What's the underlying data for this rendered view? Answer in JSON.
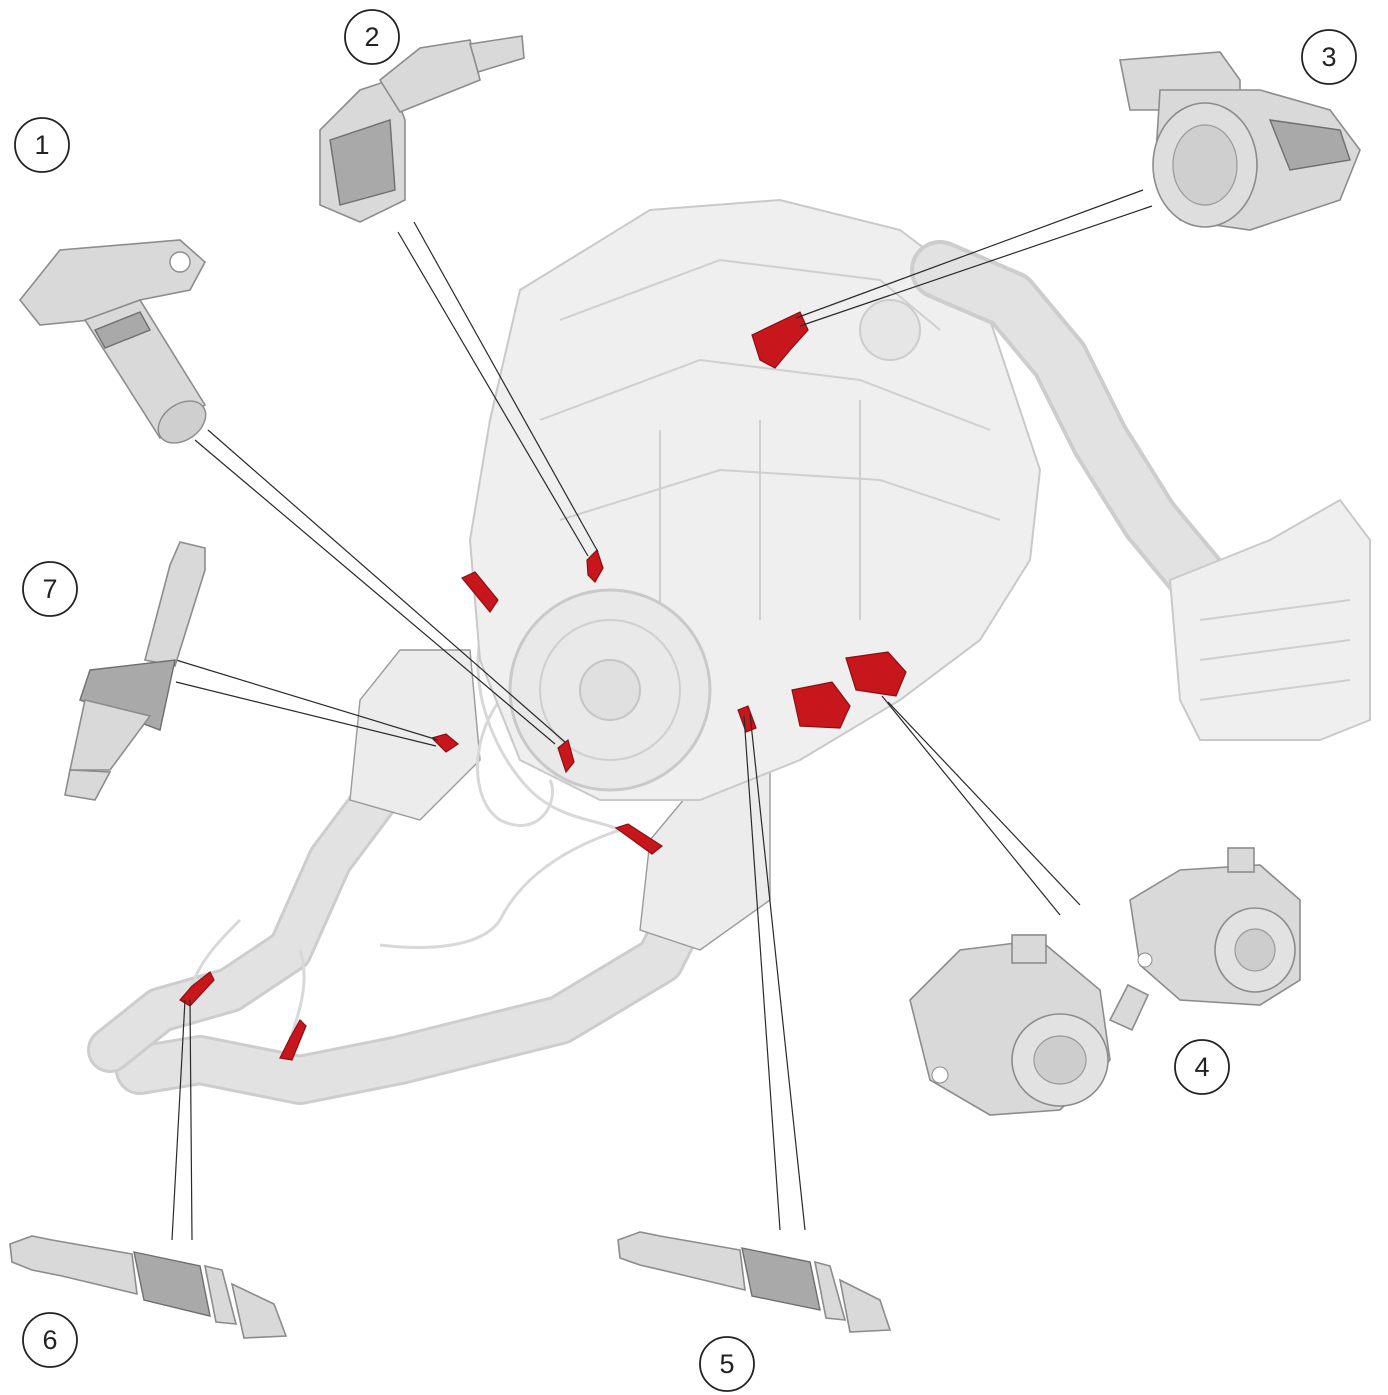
{
  "callouts": [
    {
      "id": "1",
      "label": "1"
    },
    {
      "id": "2",
      "label": "2"
    },
    {
      "id": "3",
      "label": "3"
    },
    {
      "id": "4",
      "label": "4"
    },
    {
      "id": "5",
      "label": "5"
    },
    {
      "id": "6",
      "label": "6"
    },
    {
      "id": "7",
      "label": "7"
    }
  ],
  "colors": {
    "highlight": "#c8161d",
    "engine": "#efefef",
    "component": "#d9d9d9",
    "callout_stroke": "#222222"
  },
  "icons": {
    "engine": "engine-assembly-icon",
    "exhaust": "exhaust-pipe-icon",
    "sensor_highlight": "sensor-location-marker-icon"
  }
}
